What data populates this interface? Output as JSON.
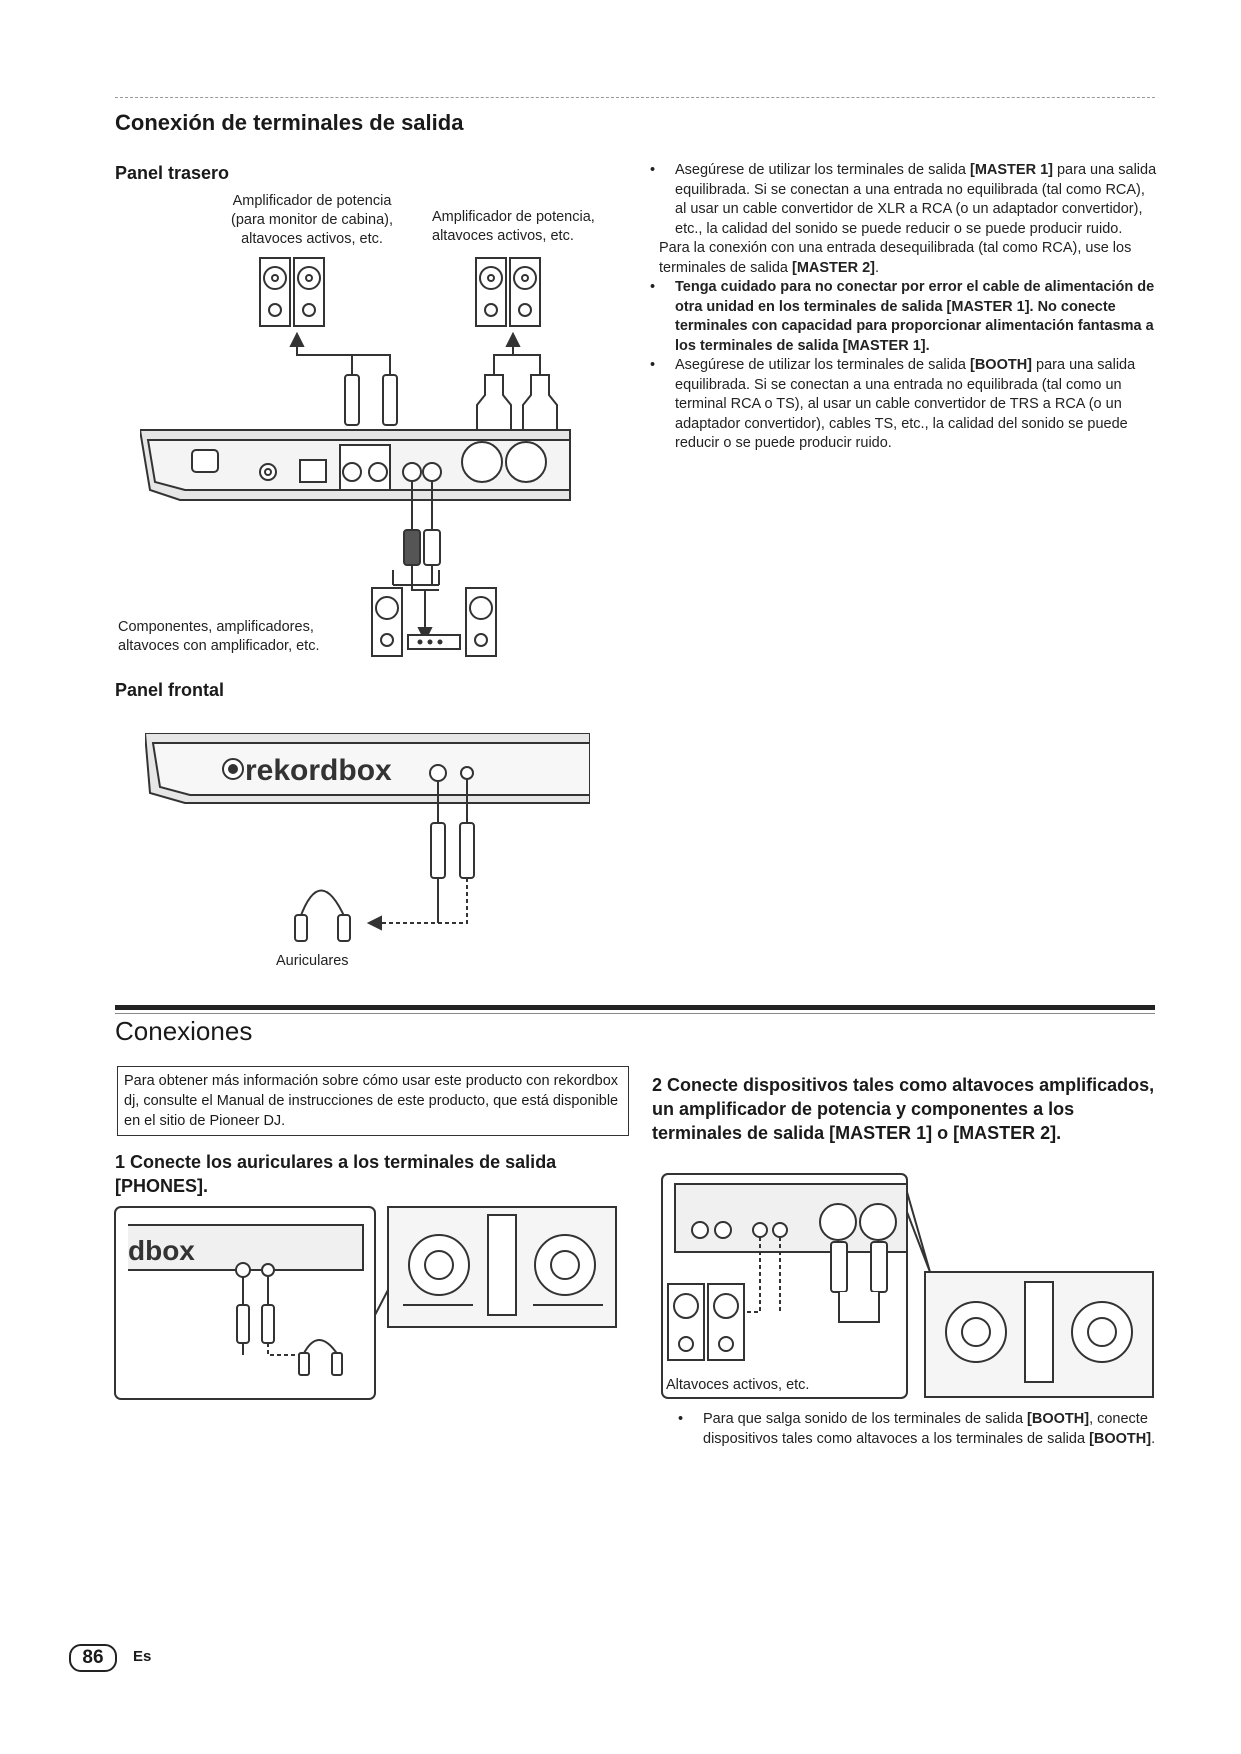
{
  "section_output": {
    "title": "Conexión de terminales de salida",
    "rear_panel": {
      "heading": "Panel trasero",
      "label_booth_line1": "Amplificador de potencia",
      "label_booth_line2": "(para monitor de cabina),",
      "label_booth_line3": "altavoces activos, etc.",
      "label_master_line1": "Amplificador de potencia,",
      "label_master_line2": "altavoces activos, etc.",
      "label_components_line1": "Componentes, amplificadores,",
      "label_components_line2": "altavoces con amplificador, etc."
    },
    "front_panel": {
      "heading": "Panel frontal",
      "logo_text": "rekordbox",
      "headphones_label": "Auriculares"
    },
    "notes": [
      {
        "type": "bullet",
        "parts": [
          {
            "t": "Asegúrese de utilizar los terminales de salida "
          },
          {
            "t": "[MASTER 1]",
            "b": true
          },
          {
            "t": " para una salida equilibrada. Si se conectan a una entrada no equilibrada (tal como RCA), al usar un cable convertidor de XLR a RCA (o un adaptador convertidor), etc., la calidad del sonido se puede reducir o se puede producir ruido."
          }
        ]
      },
      {
        "type": "plain",
        "parts": [
          {
            "t": "Para la conexión con una entrada desequilibrada (tal como RCA), use los terminales de salida "
          },
          {
            "t": "[MASTER 2]",
            "b": true
          },
          {
            "t": "."
          }
        ]
      },
      {
        "type": "bullet",
        "parts": [
          {
            "t": "Tenga cuidado para no conectar por error el cable de alimentación de otra unidad en los terminales de salida [MASTER 1]. No conecte terminales con capacidad para proporcionar alimentación fantasma a los terminales de salida [MASTER 1].",
            "b": true
          }
        ]
      },
      {
        "type": "bullet",
        "parts": [
          {
            "t": "Asegúrese de utilizar los terminales de salida "
          },
          {
            "t": "[BOOTH]",
            "b": true
          },
          {
            "t": " para una salida equilibrada. Si se conectan a una entrada no equilibrada (tal como un terminal RCA o TS), al usar un cable convertidor de TRS a RCA (o un adaptador convertidor), cables TS, etc., la calidad del sonido se puede reducir o se puede producir ruido."
          }
        ]
      }
    ]
  },
  "section_connections": {
    "title": "Conexiones",
    "info_box": "Para obtener más información sobre cómo usar este producto con rekordbox dj, consulte el Manual de instrucciones de este producto, que está disponible en el sitio de Pioneer DJ.",
    "step1": "1  Conecte los auriculares a los terminales de salida [PHONES].",
    "step1_logo_fragment": "dbox",
    "step2": "2  Conecte dispositivos tales como altavoces amplificados, un amplificador de potencia y componentes a los terminales de salida [MASTER 1] o [MASTER 2].",
    "step2_label": "Altavoces activos, etc.",
    "step2_note_parts": [
      {
        "t": "Para que salga sonido de los terminales de salida "
      },
      {
        "t": "[BOOTH]",
        "b": true
      },
      {
        "t": ", conecte dispositivos tales como altavoces a los terminales de salida "
      },
      {
        "t": "[BOOTH]",
        "b": true
      },
      {
        "t": "."
      }
    ]
  },
  "footer": {
    "page_number": "86",
    "language": "Es"
  }
}
